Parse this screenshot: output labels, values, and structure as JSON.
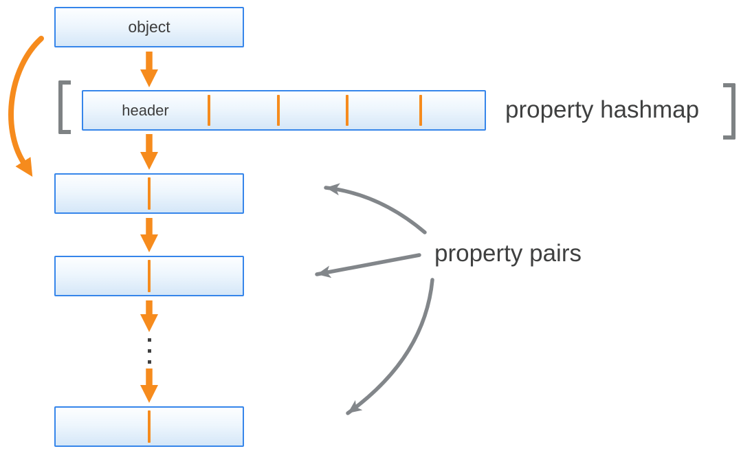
{
  "diagram": {
    "title_present": false,
    "object_box": {
      "label": "object"
    },
    "hashmap": {
      "header_label": "header",
      "label": "property hashmap",
      "cell_count": 5,
      "divider_count": 4
    },
    "pairs": {
      "label": "property pairs",
      "box_count": 3,
      "ellipsis_dot_count": 3
    }
  },
  "colors": {
    "box_border_blue": "#3585ea",
    "box_fill_top": "#fdfeff",
    "box_fill_bottom": "#d5e7f8",
    "accent_orange": "#f68b1d",
    "arrow_gray": "#82868a",
    "bracket_gray": "#7e8284",
    "text_dark": "#3d3d3d",
    "label_dark": "#3f4040"
  }
}
